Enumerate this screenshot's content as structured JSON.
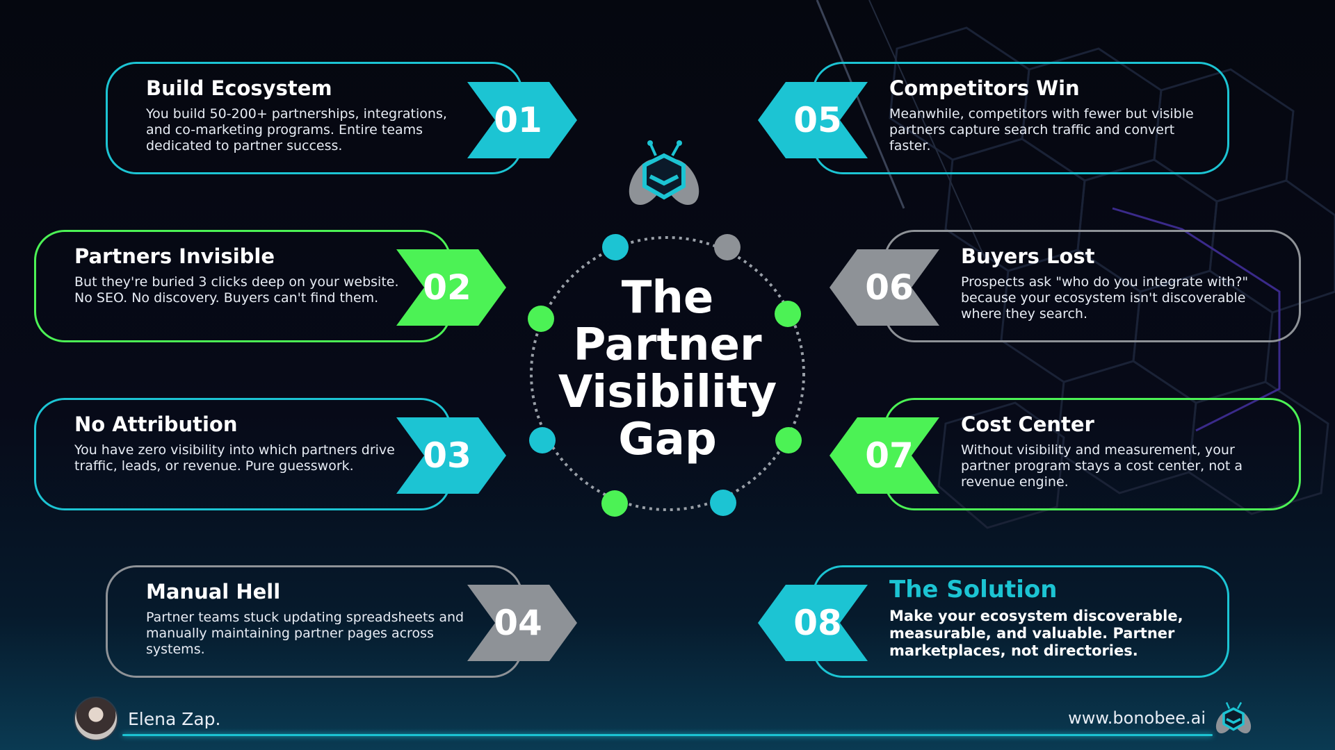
{
  "center": {
    "title_lines": [
      "The",
      "Partner",
      "Visibility",
      "Gap"
    ]
  },
  "items": [
    {
      "number": "01",
      "title": "Build Ecosystem",
      "body": "You build 50-200+ partnerships, integrations, and co-marketing programs. Entire teams dedicated to partner success.",
      "color": "#1cc4d3"
    },
    {
      "number": "02",
      "title": "Partners Invisible",
      "body": "But they're buried 3 clicks deep on your website. No SEO. No discovery. Buyers can't find them.",
      "color": "#4cf255"
    },
    {
      "number": "03",
      "title": "No Attribution",
      "body": "You have zero visibility into which partners drive traffic, leads, or revenue. Pure guesswork.",
      "color": "#1cc4d3"
    },
    {
      "number": "04",
      "title": "Manual Hell",
      "body": "Partner teams stuck updating spreadsheets and manually maintaining partner pages across systems.",
      "color": "#8e9297"
    },
    {
      "number": "05",
      "title": "Competitors Win",
      "body": "Meanwhile, competitors with fewer but visible partners capture search traffic and convert faster.",
      "color": "#1cc4d3"
    },
    {
      "number": "06",
      "title": "Buyers Lost",
      "body": "Prospects ask \"who do you integrate with?\" because your ecosystem isn't discoverable where they search.",
      "color": "#8e9297"
    },
    {
      "number": "07",
      "title": "Cost Center",
      "body": "Without visibility and measurement, your partner program stays a cost center, not a revenue engine.",
      "color": "#4cf255"
    },
    {
      "number": "08",
      "title": "The Solution",
      "body": "Make your ecosystem discoverable, measurable, and valuable. Partner marketplaces, not directories.",
      "color": "#1cc4d3"
    }
  ],
  "footer": {
    "author": "Elena Zap.",
    "website": "www.bonobee.ai"
  },
  "colors": {
    "cyan": "#1cc4d3",
    "green": "#4cf255",
    "gray": "#8e9297"
  },
  "icons": [
    "bee-logo-icon"
  ]
}
